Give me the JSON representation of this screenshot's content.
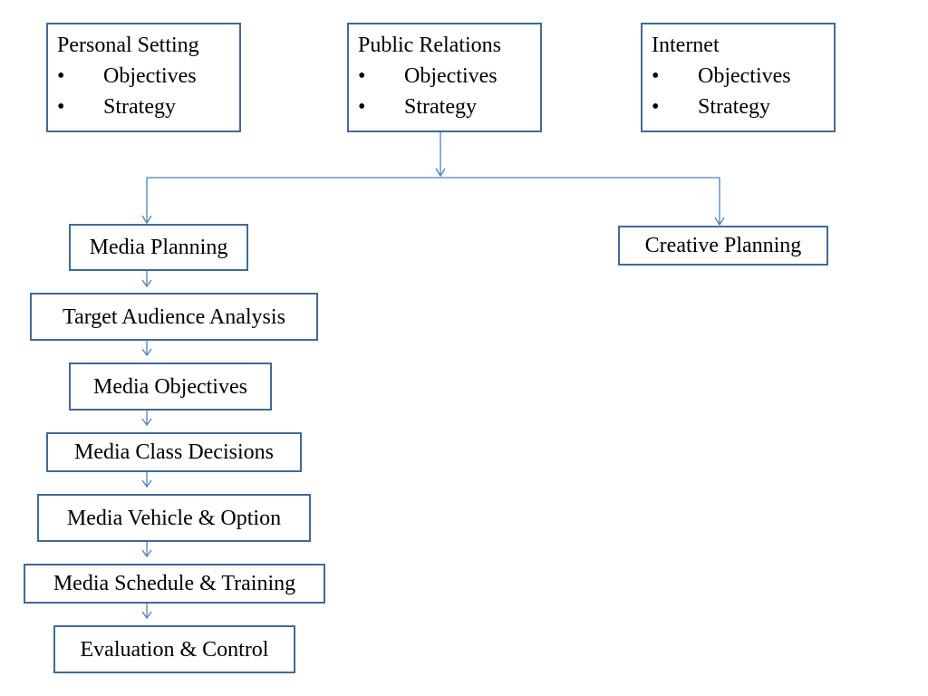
{
  "top_boxes": [
    {
      "title": "Personal Setting",
      "items": [
        "Objectives",
        "Strategy"
      ]
    },
    {
      "title": "Public Relations",
      "items": [
        "Objectives",
        "Strategy"
      ]
    },
    {
      "title": "Internet",
      "items": [
        "Objectives",
        "Strategy"
      ]
    }
  ],
  "bullet_glyph": "•",
  "creative_planning": "Creative Planning",
  "flow_steps": [
    "Media Planning",
    "Target Audience Analysis",
    "Media Objectives",
    "Media Class Decisions",
    "Media Vehicle & Option",
    "Media Schedule & Training",
    "Evaluation & Control"
  ],
  "colors": {
    "border": "#3f6a99",
    "connector": "#4f81bd"
  }
}
